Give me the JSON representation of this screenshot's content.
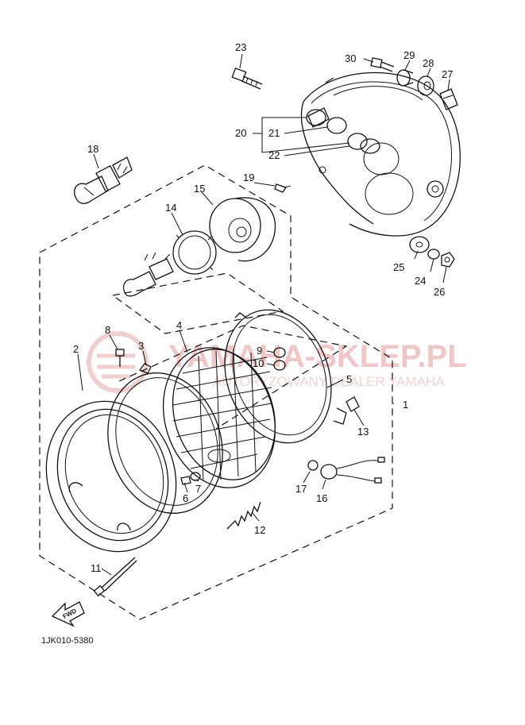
{
  "diagram_code": "1JK010-5380",
  "fwd_label": "FWD",
  "watermark": {
    "main": "YAMAHA-SKLEP.PL",
    "sub": "AUTORYZOWANY DEALER YAMAHA",
    "color": "#e9a9a9"
  },
  "part_labels": {
    "p1": "1",
    "p2": "2",
    "p3": "3",
    "p4": "4",
    "p5": "5",
    "p6": "6",
    "p7": "7",
    "p8": "8",
    "p9": "9",
    "p10": "10",
    "p11": "11",
    "p12": "12",
    "p13": "13",
    "p14": "14",
    "p15": "15",
    "p16": "16",
    "p17": "17",
    "p18": "18",
    "p19": "19",
    "p20": "20",
    "p21": "21",
    "p22": "22",
    "p23": "23",
    "p24": "24",
    "p25": "25",
    "p26": "26",
    "p27": "27",
    "p28": "28",
    "p29": "29",
    "p30": "30"
  }
}
